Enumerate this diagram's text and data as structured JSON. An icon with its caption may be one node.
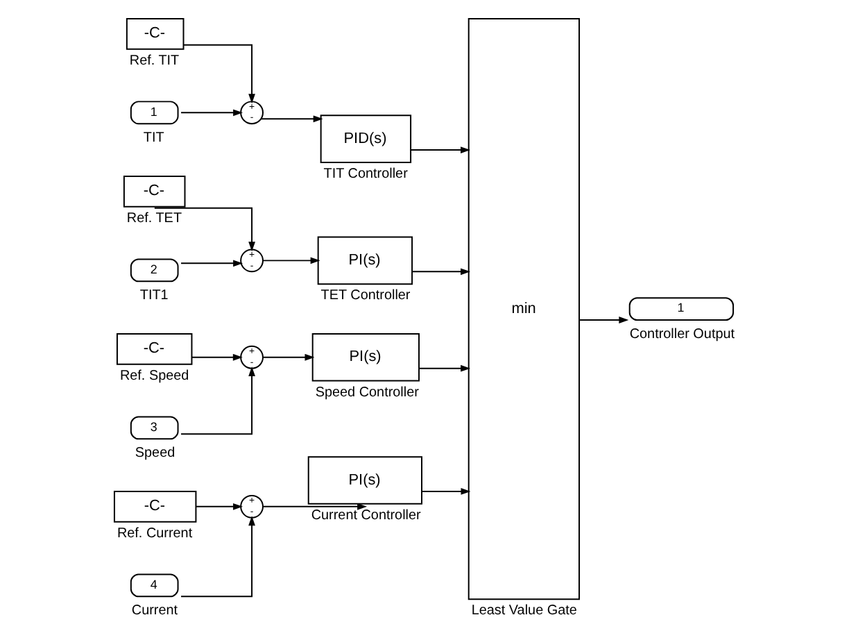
{
  "diagram": {
    "nodes": [
      {
        "text": [
          "-C-"
        ],
        "beside": [
          "Ref. TIT"
        ]
      },
      {
        "text": [
          "1"
        ],
        "beside": [
          "TIT"
        ]
      },
      {
        "text": [
          "+",
          "-"
        ]
      },
      {
        "text": [
          "PID(s)"
        ],
        "beside": [
          "TIT Controller"
        ]
      },
      {
        "text": [
          "-C-"
        ],
        "beside": [
          "Ref. TET"
        ]
      },
      {
        "text": [
          "2"
        ],
        "beside": [
          "TIT1"
        ]
      },
      {
        "text": [
          "+",
          "-"
        ]
      },
      {
        "text": [
          "PI(s)"
        ],
        "beside": [
          "TET Controller"
        ]
      },
      {
        "text": [
          "-C-"
        ],
        "beside": [
          "Ref. Speed"
        ]
      },
      {
        "text": [
          "3"
        ],
        "beside": [
          "Speed"
        ]
      },
      {
        "text": [
          "+",
          "-"
        ]
      },
      {
        "text": [
          "PI(s)"
        ],
        "beside": [
          "Speed Controller"
        ]
      },
      {
        "text": [
          "-C-"
        ],
        "beside": [
          "Ref. Current"
        ]
      },
      {
        "text": [
          "4"
        ],
        "beside": [
          "Current"
        ]
      },
      {
        "text": [
          "+",
          "-"
        ]
      },
      {
        "text": [
          "PI(s)"
        ],
        "beside": [
          "Current Controller"
        ]
      },
      {
        "text": [
          "min"
        ],
        "beside": [
          "Least Value Gate"
        ]
      },
      {
        "text": [
          "1"
        ],
        "beside": [
          "Controller Output"
        ]
      }
    ],
    "edges": [
      {
        "from": 0,
        "to": 2,
        "arrow": "to"
      },
      {
        "from": 1,
        "to": 2,
        "arrow": "to"
      },
      {
        "from": 2,
        "to": 3,
        "arrow": "to"
      },
      {
        "from": 3,
        "to": 16,
        "arrow": "to"
      },
      {
        "from": 4,
        "to": 6,
        "arrow": "to"
      },
      {
        "from": 5,
        "to": 6,
        "arrow": "to"
      },
      {
        "from": 6,
        "to": 7,
        "arrow": "to"
      },
      {
        "from": 7,
        "to": 16,
        "arrow": "to"
      },
      {
        "from": 8,
        "to": 10,
        "arrow": "to"
      },
      {
        "from": 9,
        "to": 10,
        "arrow": "to"
      },
      {
        "from": 10,
        "to": 11,
        "arrow": "to"
      },
      {
        "from": 11,
        "to": 16,
        "arrow": "to"
      },
      {
        "from": 12,
        "to": 14,
        "arrow": "to"
      },
      {
        "from": 13,
        "to": 14,
        "arrow": "to"
      },
      {
        "from": 14,
        "to": 15,
        "arrow": "to"
      },
      {
        "from": 15,
        "to": 16,
        "arrow": "to"
      },
      {
        "from": 16,
        "to": 17,
        "arrow": "to"
      }
    ]
  }
}
